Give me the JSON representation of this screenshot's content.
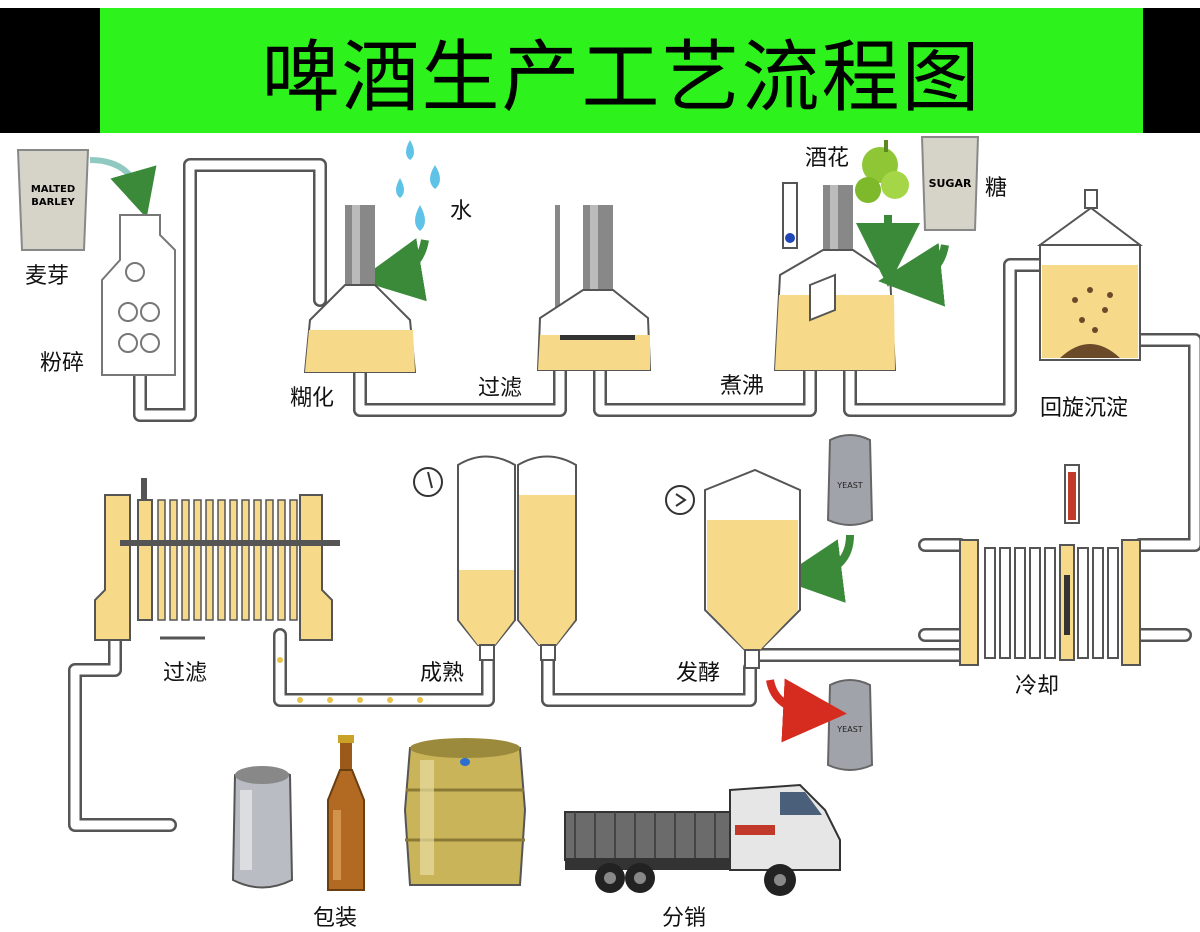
{
  "title": "啤酒生产工艺流程图",
  "labels": {
    "malt": "麦芽",
    "mill": "粉碎",
    "water": "水",
    "mash": "糊化",
    "lauter": "过滤",
    "hops": "酒花",
    "sugar": "糖",
    "boil": "煮沸",
    "whirlpool": "回旋沉淀",
    "cooling": "冷却",
    "fermentation": "发酵",
    "maturation": "成熟",
    "filtration": "过滤",
    "packaging": "包装",
    "distribution": "分销"
  },
  "bag_labels": {
    "malt_bag_line1": "MALTED",
    "malt_bag_line2": "BARLEY",
    "sugar_bag": "SUGAR",
    "yeast_top": "YEAST",
    "yeast_bottom": "YEAST"
  },
  "colors": {
    "banner": "#2ef21b",
    "beer": "#f7d98a",
    "pipe": "#ffffff",
    "pipe_outline": "#555555",
    "green_arrow": "#3a8a3a",
    "red_arrow": "#d62b1f"
  }
}
